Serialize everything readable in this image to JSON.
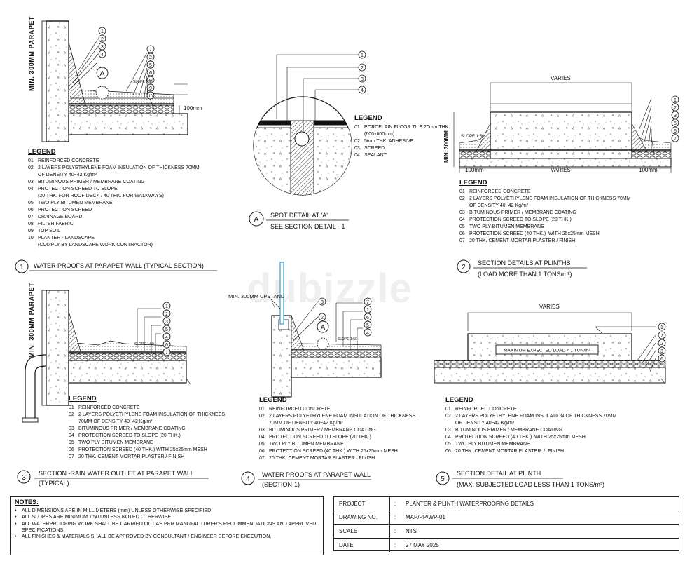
{
  "watermark": "dubizzle",
  "d1": {
    "num": "1",
    "title": "WATER PROOFS AT PARAPET WALL (TYPICAL SECTION)",
    "parapet_label": "MIN. 300MM PARAPET",
    "dim": "100mm",
    "slope": "SLOPE 1:50",
    "callout": "A",
    "legend_title": "LEGEND",
    "legend": [
      {
        "n": "01",
        "t": "REINFORCED CONCRETE"
      },
      {
        "n": "02",
        "t": "2 LAYERS POLYETHYLENE FOAM INSULATION OF THICKNESS 70MM"
      },
      {
        "n": "",
        "t": "OF DENSITY 40~42 Kg/m³"
      },
      {
        "n": "03",
        "t": "BITUMINOUS PRIMER / MEMBRANE COATING"
      },
      {
        "n": "04",
        "t": "PROTECTION SCREED TO SLOPE"
      },
      {
        "n": "",
        "t": "(20 THK. FOR ROOF DECK / 40 THK. FOR WALKWAYS)"
      },
      {
        "n": "05",
        "t": "TWO PLY BITUMEN MEMBRANE"
      },
      {
        "n": "06",
        "t": "PROTECTION SCREED"
      },
      {
        "n": "07",
        "t": "DRAINAGE BOARD"
      },
      {
        "n": "08",
        "t": "FILTER FABRIC"
      },
      {
        "n": "09",
        "t": "TOP SOIL"
      },
      {
        "n": "10",
        "t": "PLANTER - LANDSCAPE"
      },
      {
        "n": "",
        "t": "(COMPLY BY LANDSCAPE WORK CONTRACTOR)"
      }
    ],
    "tags_a": [
      "1",
      "2",
      "3",
      "4"
    ],
    "tags_b": [
      "7",
      "2",
      "5",
      "6",
      "8",
      "9",
      "10"
    ]
  },
  "dA": {
    "callout": "A",
    "title": "SPOT DETAIL AT 'A'",
    "subtitle": "SEE SECTION DETAIL - 1",
    "tags": [
      "1",
      "2",
      "3",
      "4"
    ],
    "legend_title": "LEGEND",
    "legend": [
      {
        "n": "01",
        "t": "PORCELAIN FLOOR TILE 20mm THK."
      },
      {
        "n": "",
        "t": "(600x600mm)"
      },
      {
        "n": "02",
        "t": "5mm THK. ADHESIVE"
      },
      {
        "n": "03",
        "t": "SCREED"
      },
      {
        "n": "04",
        "t": "SEALANT"
      }
    ]
  },
  "d2": {
    "num": "2",
    "title": "SECTION DETAILS AT PLINTHS",
    "subtitle": "(LOAD MORE THAN 1 TONS/m²)",
    "varies": "VARIES",
    "varies2": "VARIES",
    "dim_left": "100mm",
    "dim_right": "100mm",
    "height_label": "MIN. 300MM",
    "slope": "SLOPE 1:50",
    "tags": [
      "1",
      "2",
      "3",
      "5",
      "6",
      "7"
    ],
    "legend_title": "LEGEND",
    "legend": [
      {
        "n": "01",
        "t": "REINFORCED CONCRETE"
      },
      {
        "n": "02",
        "t": "2 LAYERS POLYETHYLENE FOAM INSULATION OF THICKNESS 70MM"
      },
      {
        "n": "",
        "t": "OF DENSITY 40~42 Kg/m³"
      },
      {
        "n": "03",
        "t": "BITUMINOUS PRIMER / MEMBRANE COATING"
      },
      {
        "n": "04",
        "t": "PROTECTION SCREED TO SLOPE (20 THK.)"
      },
      {
        "n": "05",
        "t": "TWO PLY BITUMEN MEMBRANE"
      },
      {
        "n": "06",
        "t": "PROTECTION SCREED (40 THK.)  WITH 25x25mm MESH"
      },
      {
        "n": "07",
        "t": "20 THK. CEMENT MORTAR PLASTER / FINISH"
      }
    ]
  },
  "d3": {
    "num": "3",
    "title": "SECTION -RAIN WATER OUTLET AT PARAPET WALL",
    "subtitle": "(TYPICAL)",
    "parapet_label": "MIN. 300MM PARAPET",
    "slope": "SLOPE 1:50",
    "tags": [
      "1",
      "2",
      "3",
      "5",
      "4",
      "6",
      "7"
    ],
    "legend_title": "LEGEND",
    "legend": [
      {
        "n": "01",
        "t": "REINFORCED CONCRETE"
      },
      {
        "n": "02",
        "t": "2 LAYERS POLYETHYLENE FOAM INSULATION OF THICKNESS"
      },
      {
        "n": "",
        "t": "70MM OF DENSITY 40~42 Kg/m³"
      },
      {
        "n": "03",
        "t": "BITUMINOUS PRIMER / MEMBRANE COATING"
      },
      {
        "n": "04",
        "t": "PROTECTION SCREED TO SLOPE (20 THK.)"
      },
      {
        "n": "05",
        "t": "TWO PLY BITUMEN MEMBRANE"
      },
      {
        "n": "06",
        "t": "PROTECTION SCREED (40 THK.) WITH 25x25mm MESH"
      },
      {
        "n": "07",
        "t": "20 THK. CEMENT MORTAR PLASTER / FINISH"
      }
    ]
  },
  "d4": {
    "num": "4",
    "title": "WATER PROOFS AT PARAPET WALL",
    "subtitle": "(SECTION-1)",
    "upstand": "MIN. 300MM UPSTAND",
    "callout": "A",
    "slope": "SLOPE 1:50",
    "tag_left": [
      "3",
      "2"
    ],
    "tags": [
      "7",
      "1",
      "6",
      "5",
      "4"
    ],
    "legend_title": "LEGEND",
    "legend": [
      {
        "n": "01",
        "t": "REINFORCED CONCRETE"
      },
      {
        "n": "02",
        "t": "2 LAYERS POLYETHYLENE FOAM INSULATION OF THICKNESS"
      },
      {
        "n": "",
        "t": "70MM OF DENSITY 40~42 Kg/m³"
      },
      {
        "n": "03",
        "t": "BITUMINOUS PRIMER / MEMBRANE COATING"
      },
      {
        "n": "04",
        "t": "PROTECTION SCREED TO SLOPE (20 THK.)"
      },
      {
        "n": "05",
        "t": "TWO PLY BITUMEN MEMBRANE"
      },
      {
        "n": "06",
        "t": "PROTECTION SCREED (40 THK.) WITH 25x25mm MESH"
      },
      {
        "n": "07",
        "t": "20 THK. CEMENT MORTAR PLASTER / FINISH"
      }
    ]
  },
  "d5": {
    "num": "5",
    "title": "SECTION DETAIL AT PLINTH",
    "subtitle": "(MAX. SUBJECTED LOAD LESS THAN 1 TONS/m²)",
    "varies": "VARIES",
    "load_box": "MAXIMUM EXPECTED LOAD < 1 TON/m²",
    "tags": [
      "1",
      "7",
      "2",
      "3",
      "6"
    ],
    "legend_title": "LEGEND",
    "legend": [
      {
        "n": "01",
        "t": "REINFORCED CONCRETE"
      },
      {
        "n": "02",
        "t": "2 LAYERS POLYETHYLENE FOAM INSULATION OF THICKNESS 70MM"
      },
      {
        "n": "",
        "t": "OF DENSITY 40~42 Kg/m³"
      },
      {
        "n": "03",
        "t": "BITUMINOUS PRIMER / MEMBRANE COATING"
      },
      {
        "n": "04",
        "t": "PROTECTION SCREED (40 THK.)  WITH 25x25mm MESH"
      },
      {
        "n": "05",
        "t": "TWO PLY BITUMEN MEMBRANE"
      },
      {
        "n": "06",
        "t": "20 THK. CEMENT MORTAR PLASTER  /  FINISH"
      }
    ]
  },
  "notes": {
    "title": "NOTES:",
    "items": [
      "ALL DIMENSIONS ARE IN MILLIMETERS (mm) UNLESS OTHERWISE SPECIFIED.",
      "ALL SLOPES ARE MINIMUM 1:50 UNLESS NOTED OTHERWISE.",
      "ALL WATERPROOFING WORK SHALL BE CARRIED OUT AS PER MANUFACTURER'S RECOMMENDATIONS AND APPROVED SPECIFICATIONS.",
      "ALL FINISHES & MATERIALS SHALL BE APPROVED BY CONSULTANT / ENGINEER BEFORE EXECUTION."
    ]
  },
  "title_block": [
    {
      "k": "PROJECT",
      "v": "PLANTER & PLINTH WATERPROOFING DETAILS"
    },
    {
      "k": "DRAWING NO.",
      "v": "MAP/PP/WP-01"
    },
    {
      "k": "SCALE",
      "v": "NTS"
    },
    {
      "k": "DATE",
      "v": "27 MAY 2025"
    }
  ],
  "colors": {
    "ink": "#111111",
    "upstand_pipe": "#3a9fd1"
  }
}
